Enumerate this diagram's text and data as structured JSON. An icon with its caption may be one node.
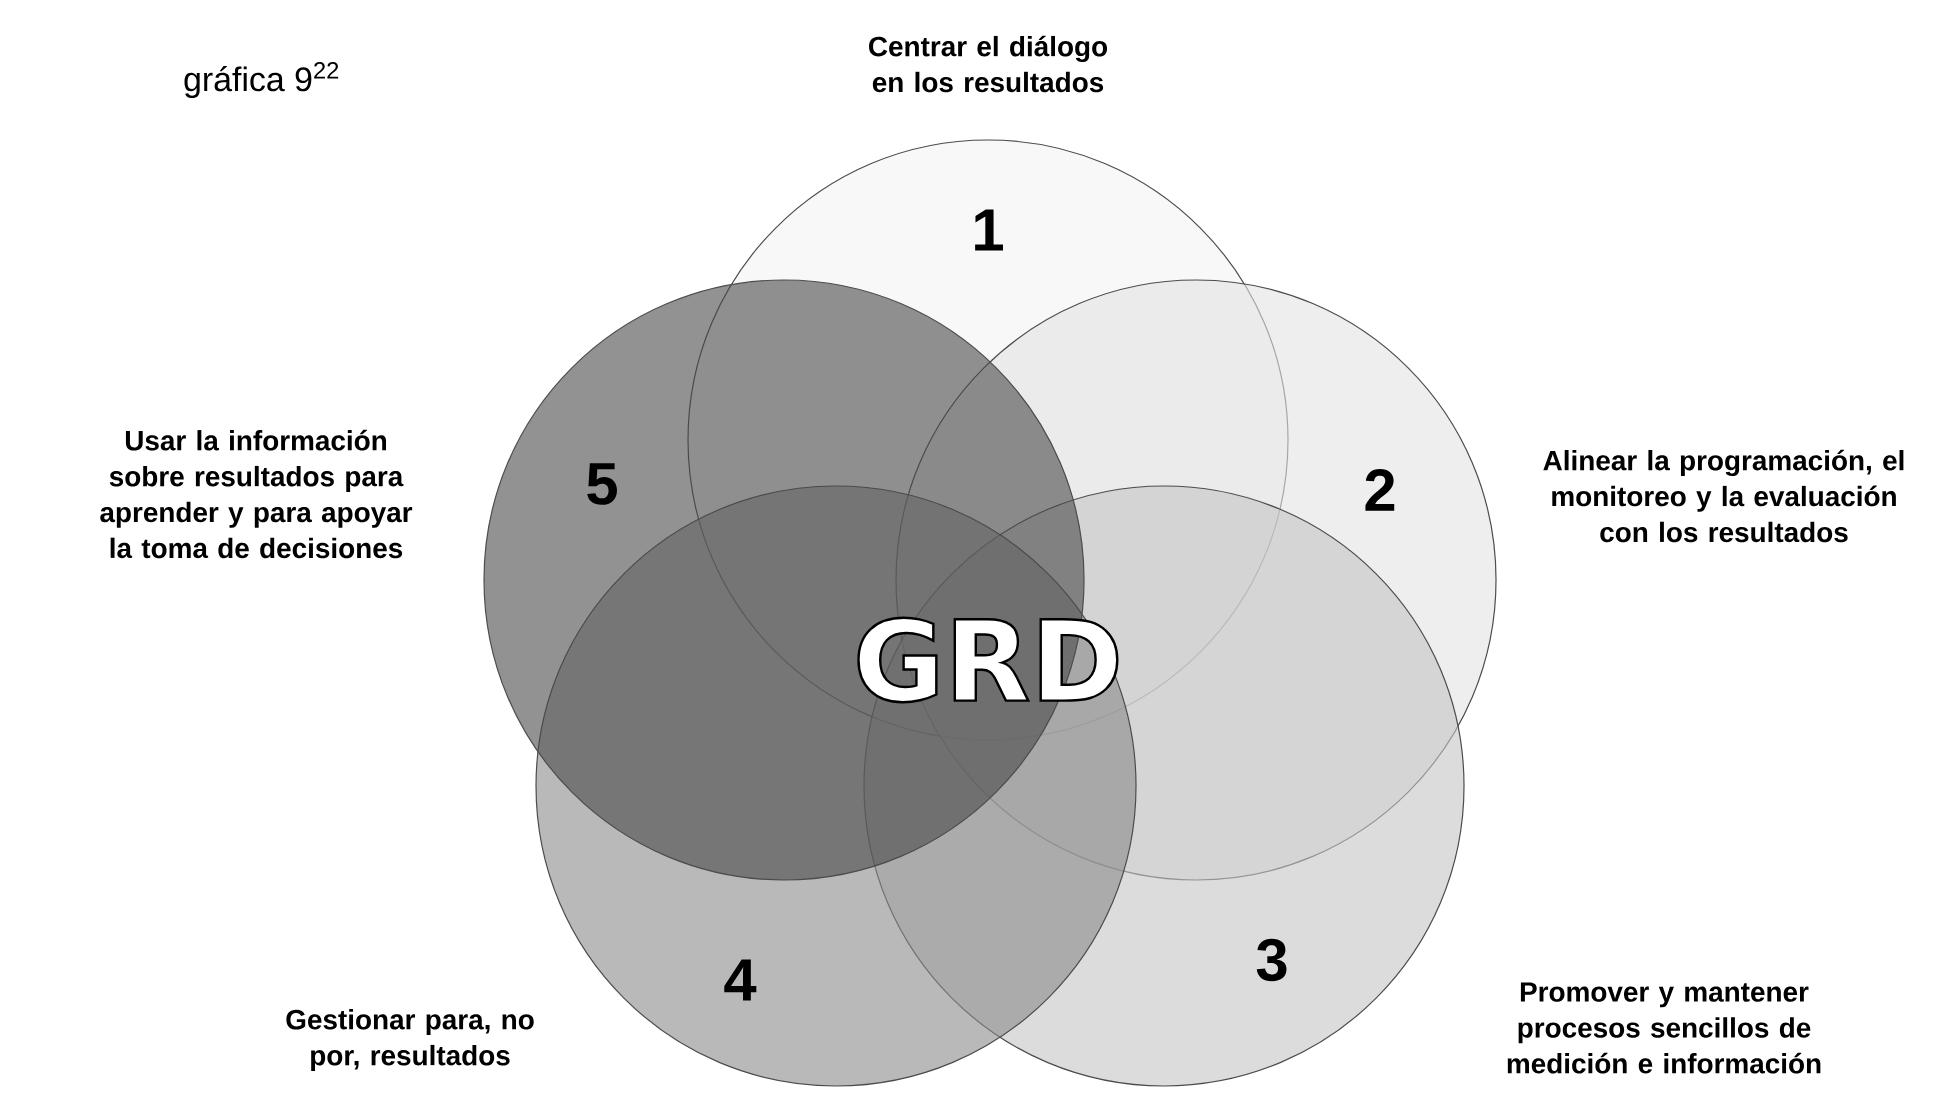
{
  "diagram": {
    "title": "gráfica 9$^{22}$",
    "nodes": [
      {
        "text": [
          "1"
        ],
        "beside": [
          "Centrar el diálogo en los resultados"
        ]
      },
      {
        "text": [
          "2"
        ],
        "beside": [
          "Alinear la programación, el monitoreo  y la evaluación con los resultados"
        ]
      },
      {
        "text": [
          "3"
        ],
        "beside": [
          "Promover y mantener procesos sencillos de medición e información"
        ]
      },
      {
        "text": [
          "4"
        ],
        "beside": [
          "Gestionar para, no por, resultados"
        ]
      },
      {
        "text": [
          "5"
        ],
        "beside": [
          "Usar la información sobre resultados para aprender y para apoyar la toma de decisiones"
        ]
      }
    ],
    "labels": [
      "GRD"
    ]
  }
}
